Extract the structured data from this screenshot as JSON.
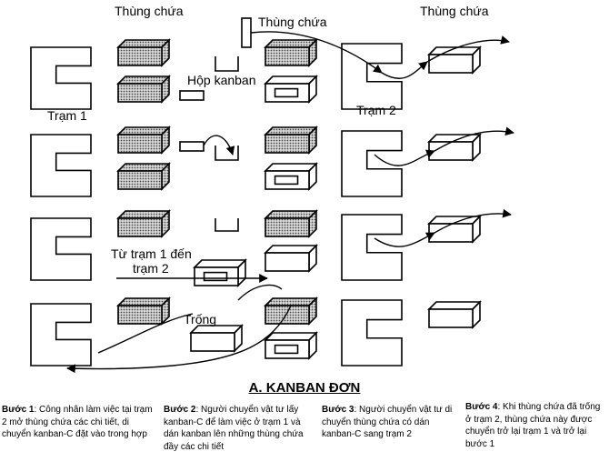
{
  "labels": {
    "container_top_left": "Thùng chứa",
    "container_top_middle": "Thùng chứa",
    "container_top_right": "Thùng chứa",
    "kanban_box": "Hộp kanban",
    "station_1": "Trạm 1",
    "station_2": "Trạm 2",
    "from_station_1": "Từ trạm 1 đến",
    "to_station_2": "trạm 2",
    "empty": "Trống"
  },
  "title": "A. KANBAN ĐƠN",
  "steps": [
    {
      "label": "Bước 1",
      "text": ": Công nhân làm việc tại trạm 2 mở thùng chứa các chi tiết, di chuyển kanban-C đặt vào trong hợp"
    },
    {
      "label": "Bước 2",
      "text": ": Người chuyển vật tư lấy kanban-C để làm việc ở trạm 1 và dán kanban lên những thùng chứa đầy các chi tiết"
    },
    {
      "label": "Bước 3",
      "text": ": Người chuyển vật tư di chuyển thùng chứa có dán kanban-C sang trạm 2"
    },
    {
      "label": "Bước 4",
      "text": ": Khi thùng chứa đã trống ở trạm 2, thùng chứa này được chuyển trở lại trạm 1 và trở lại bước 1"
    }
  ],
  "colors": {
    "ink": "#000000",
    "hatch": "#6e6e6e",
    "paper": "#ffffff"
  }
}
